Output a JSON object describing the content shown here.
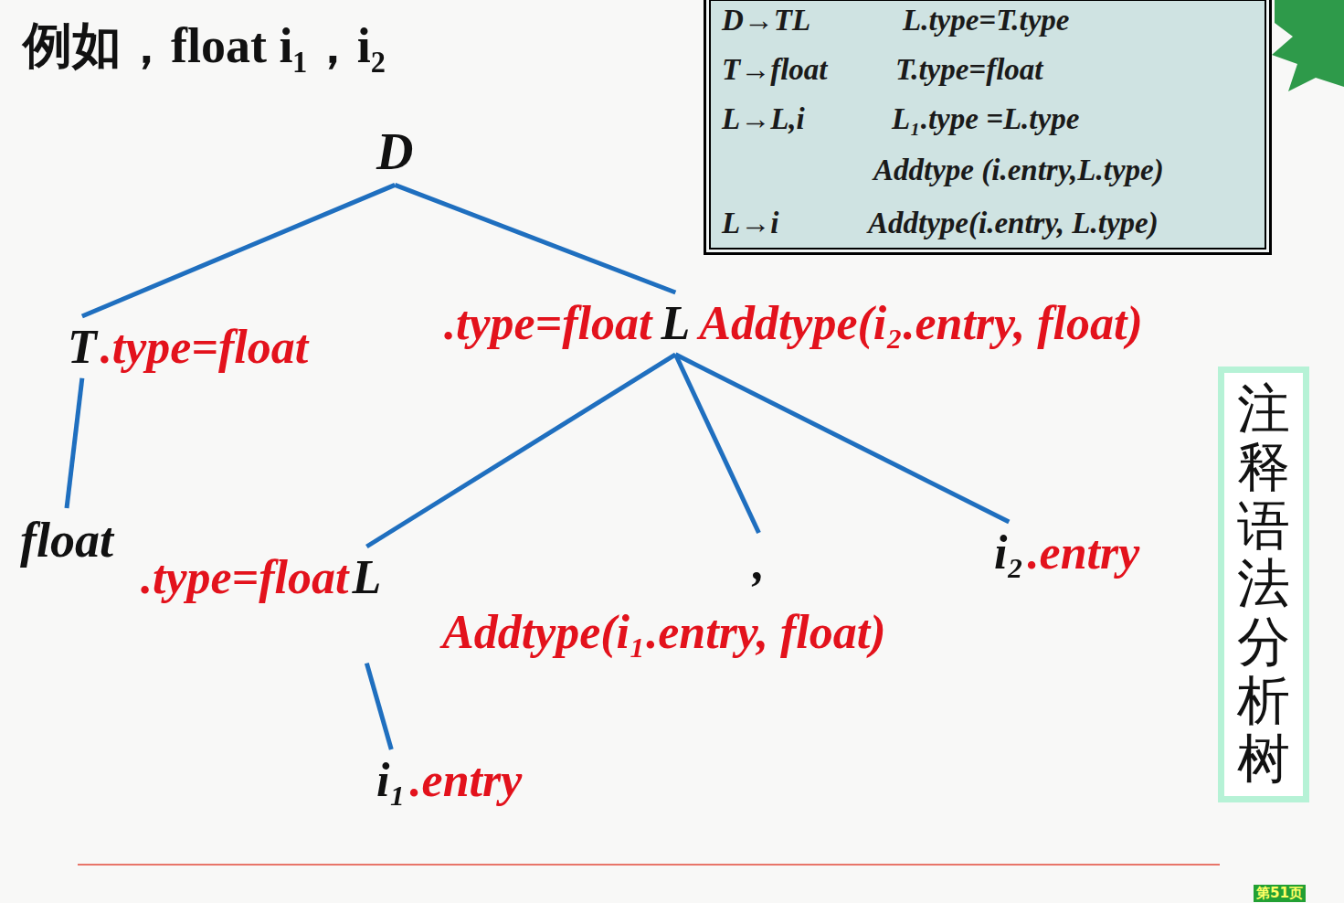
{
  "diagram": {
    "title": "例如，float i₁，i₂",
    "nodes": [
      {
        "text": [
          "D"
        ]
      },
      {
        "text": [
          "T",
          ".type=float"
        ]
      },
      {
        "text": [
          ".type=float",
          "L",
          "Addtype(i₂.entry, float)"
        ]
      },
      {
        "text": [
          "float"
        ]
      },
      {
        "text": [
          ".type=float",
          "L",
          "Addtype(i₁.entry, float)"
        ]
      },
      {
        "text": [
          ","
        ]
      },
      {
        "text": [
          "i₂",
          ".entry"
        ]
      },
      {
        "text": [
          "i₁",
          ".entry"
        ]
      },
      {
        "text": [
          "注释语法分析树"
        ]
      }
    ],
    "edges": [
      {
        "from": 0,
        "to": 1,
        "arrow": "none"
      },
      {
        "from": 0,
        "to": 2,
        "arrow": "none"
      },
      {
        "from": 1,
        "to": 3,
        "arrow": "none"
      },
      {
        "from": 2,
        "to": 4,
        "arrow": "none"
      },
      {
        "from": 2,
        "to": 5,
        "arrow": "none"
      },
      {
        "from": 2,
        "to": 6,
        "arrow": "none"
      },
      {
        "from": 4,
        "to": 7,
        "arrow": "none"
      }
    ],
    "labels": [
      "D→TL",
      "L.type=T.type",
      "T→float",
      "T.type=float",
      "L→L,i",
      "L₁.type =L.type",
      "Addtype (i.entry,L.type)",
      "L→i",
      "Addtype(i.entry, L.type)",
      "第51页"
    ]
  }
}
